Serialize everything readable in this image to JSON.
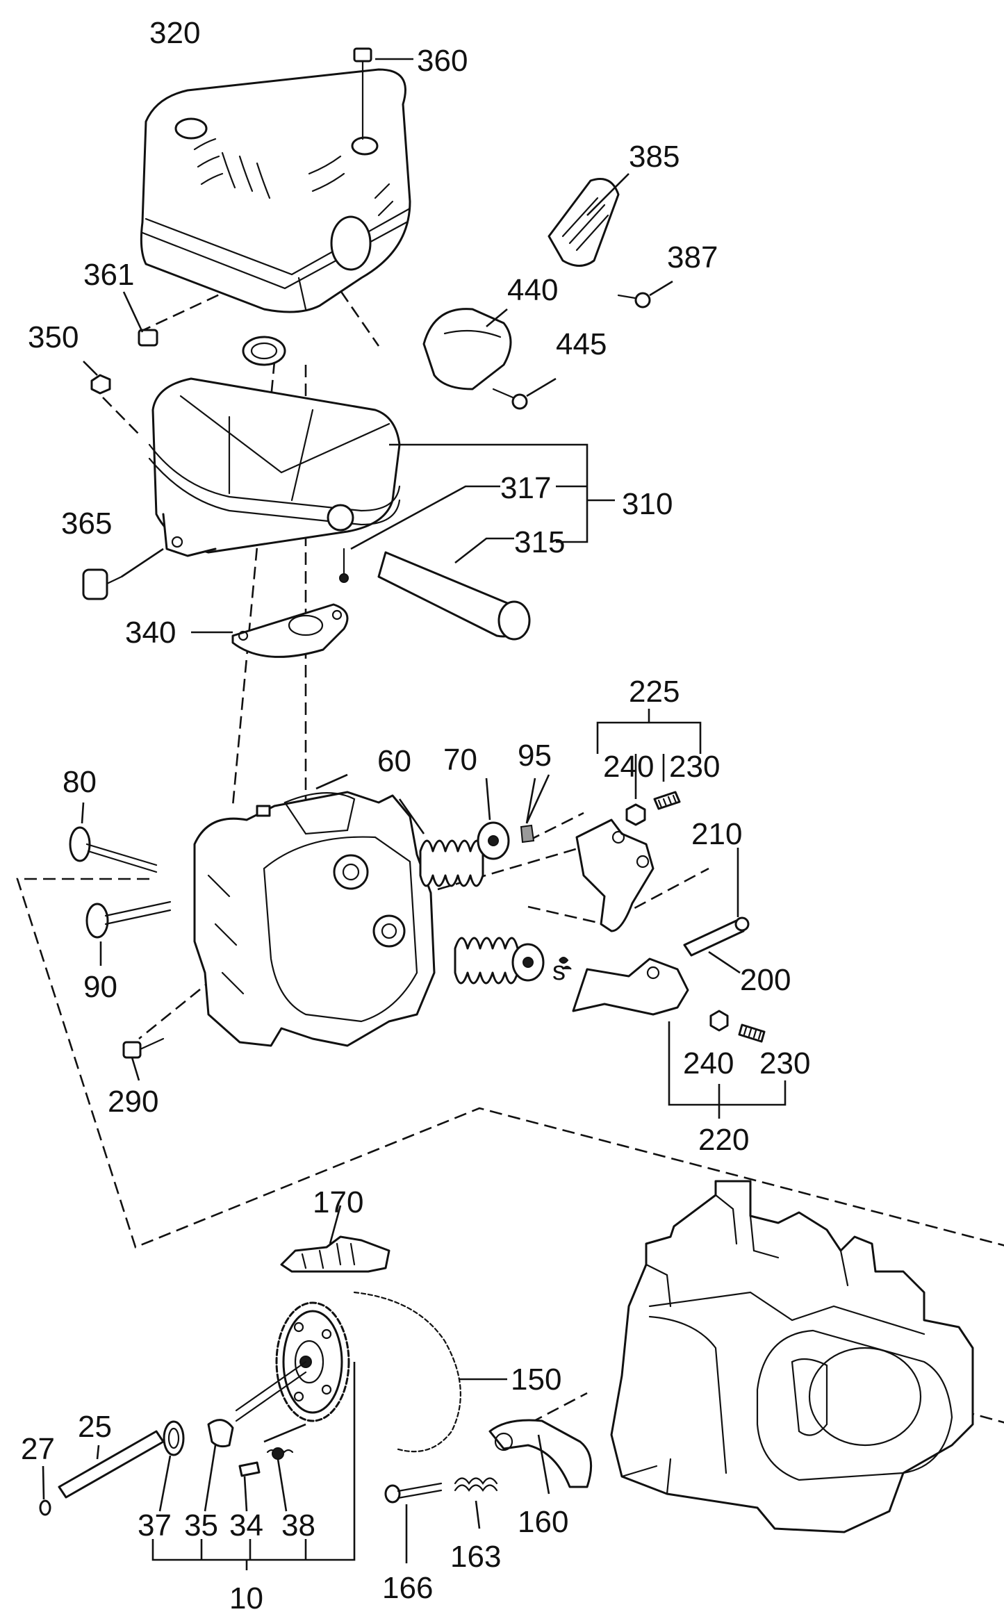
{
  "labels": {
    "p320": "320",
    "p360": "360",
    "p385": "385",
    "p387": "387",
    "p361": "361",
    "p440": "440",
    "p445": "445",
    "p350": "350",
    "p317": "317",
    "p310": "310",
    "p365": "365",
    "p315": "315",
    "p340": "340",
    "p225": "225",
    "p60": "60",
    "p70": "70",
    "p95": "95",
    "p240a": "240",
    "p230a": "230",
    "p80": "80",
    "p210": "210",
    "p90": "90",
    "p200": "200",
    "p290": "290",
    "p240b": "240",
    "p230b": "230",
    "p220": "220",
    "p170": "170",
    "p150": "150",
    "p25": "25",
    "p27": "27",
    "p37": "37",
    "p35": "35",
    "p34": "34",
    "p38": "38",
    "p160": "160",
    "p163": "163",
    "p166": "166",
    "p10": "10"
  },
  "callout_s": "s"
}
